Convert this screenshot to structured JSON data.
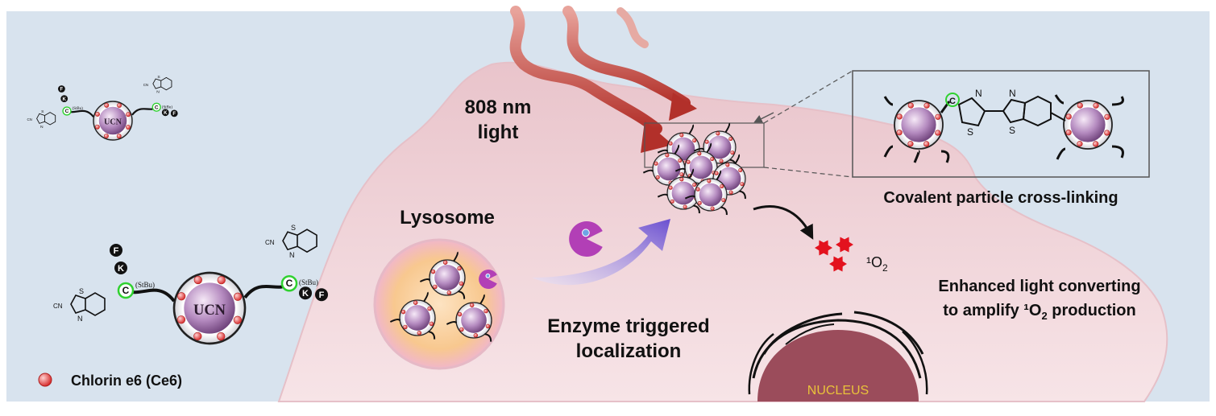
{
  "labels": {
    "light": "808 nm",
    "light_word": "light",
    "lysosome": "Lysosome",
    "enzyme_line1": "Enzyme triggered",
    "enzyme_line2": "localization",
    "crosslink": "Covalent particle cross-linking",
    "singlet": "¹O",
    "singlet_sub": "2",
    "enhanced_line1": "Enhanced light converting",
    "enhanced_line2_pre": "to amplify ¹O",
    "enhanced_line2_sub": "2",
    "enhanced_line2_post": " production",
    "nucleus": "NUCLEUS",
    "legend": "Chlorin e6 (Ce6)",
    "ucn": "UCN",
    "k": "K",
    "f": "F",
    "c": "C",
    "stbu": "(StBu)",
    "s": "S",
    "n": "N",
    "cn": "CN"
  },
  "colors": {
    "background": "#d7e2ee",
    "cell": "#efd3d8",
    "nucleus": "#9a4b5a",
    "nucleus_text": "#e9c23a",
    "light_ray": "#b8372f",
    "ce6": "#e63a3a",
    "cys_ring": "#2fd12f",
    "enzyme": "#b23fb6",
    "singlet_oxygen": "#e3121e",
    "particle_core": "#a57cb0"
  }
}
